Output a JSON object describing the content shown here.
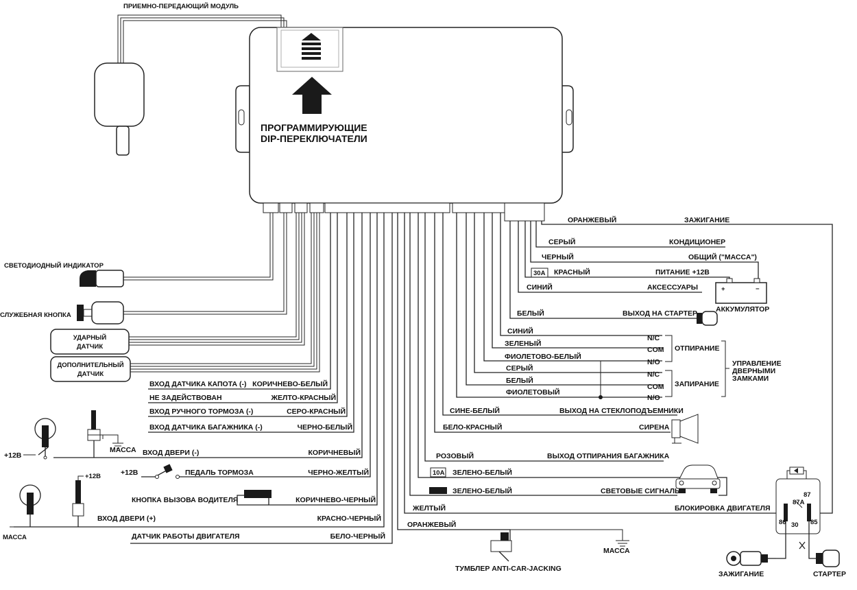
{
  "module": {
    "transceiver": "ПРИЕМНО-ПЕРЕДАЮЩИЙ МОДУЛЬ",
    "dip_line1": "ПРОГРАММИРУЮЩИЕ",
    "dip_line2": "DIP-ПЕРЕКЛЮЧАТЕЛИ"
  },
  "left_devices": {
    "led": "СВЕТОДИОДНЫЙ ИНДИКАТОР",
    "service_button": "СЛУЖЕБНАЯ КНОПКА",
    "shock_1": "УДАРНЫЙ",
    "shock_2": "ДАТЧИК",
    "extra_1": "ДОПОЛНИТЕЛЬНЫЙ",
    "extra_2": "ДАТЧИК"
  },
  "left_wires": [
    {
      "label": "ВХОД ДАТЧИКА КАПОТА (-)",
      "color": "КОРИЧНЕВО-БЕЛЫЙ"
    },
    {
      "label": "НЕ ЗАДЕЙСТВОВАН",
      "color": "ЖЕЛТО-КРАСНЫЙ"
    },
    {
      "label": "ВХОД РУЧНОГО ТОРМОЗА (-)",
      "color": "СЕРО-КРАСНЫЙ"
    },
    {
      "label": "ВХОД ДАТЧИКА БАГАЖНИКА (-)",
      "color": "ЧЕРНО-БЕЛЫЙ"
    },
    {
      "label": "ВХОД ДВЕРИ (-)",
      "color": "КОРИЧНЕВЫЙ"
    },
    {
      "label": "ПЕДАЛЬ ТОРМОЗА",
      "color": "ЧЕРНО-ЖЕЛТЫЙ"
    },
    {
      "label": "КНОПКА ВЫЗОВА ВОДИТЕЛЯ",
      "color": "КОРИЧНЕВО-ЧЕРНЫЙ"
    },
    {
      "label": "ВХОД ДВЕРИ (+)",
      "color": "КРАСНО-ЧЕРНЫЙ"
    },
    {
      "label": "ДАТЧИК РАБОТЫ ДВИГАТЕЛЯ",
      "color": "БЕЛО-ЧЕРНЫЙ"
    }
  ],
  "misc": {
    "plus12_a": "+12В",
    "plus12_b": "+12В",
    "plus12_c": "+12В",
    "mass_a": "МАССА",
    "mass_b": "МАССА",
    "mass_c": "МАССА"
  },
  "right_wires": [
    {
      "color": "ОРАНЖЕВЫЙ",
      "label": "ЗАЖИГАНИЕ"
    },
    {
      "color": "СЕРЫЙ",
      "label": "КОНДИЦИОНЕР"
    },
    {
      "color": "ЧЕРНЫЙ",
      "label": "ОБЩИЙ (\"МАССА\")"
    },
    {
      "color": "КРАСНЫЙ",
      "label": "ПИТАНИЕ +12В",
      "fuse": "30А"
    },
    {
      "color": "СИНИЙ",
      "label": "АКСЕССУАРЫ"
    },
    {
      "color": "БЕЛЫЙ",
      "label": "ВЫХОД НА СТАРТЕР"
    }
  ],
  "battery": "АККУМУЛЯТОР",
  "door_lock": {
    "wires": [
      {
        "color": "СИНИЙ",
        "pin": "N/C"
      },
      {
        "color": "ЗЕЛЕНЫЙ",
        "pin": "COM"
      },
      {
        "color": "ФИОЛЕТОВО-БЕЛЫЙ",
        "pin": "N/O"
      },
      {
        "color": "СЕРЫЙ",
        "pin": "N/C"
      },
      {
        "color": "БЕЛЫЙ",
        "pin": "COM"
      },
      {
        "color": "ФИОЛЕТОВЫЙ",
        "pin": "N/O"
      }
    ],
    "unlock": "ОТПИРАНИЕ",
    "lock": "ЗАПИРАНИЕ",
    "title_1": "УПРАВЛЕНИЕ",
    "title_2": "ДВЕРНЫМИ",
    "title_3": "ЗАМКАМИ"
  },
  "lower_right": [
    {
      "color": "СИНЕ-БЕЛЫЙ",
      "label": "ВЫХОД НА СТЕКЛОПОДЪЕМНИКИ"
    },
    {
      "color": "БЕЛО-КРАСНЫЙ",
      "label": "СИРЕНА"
    },
    {
      "color": "РОЗОВЫЙ",
      "label": "ВЫХОД ОТПИРАНИЯ  БАГАЖНИКА"
    },
    {
      "color": "ЗЕЛЕНО-БЕЛЫЙ",
      "fuse": "10А"
    },
    {
      "color": "ЗЕЛЕНО-БЕЛЫЙ",
      "label": "СВЕТОВЫЕ СИГНАЛЫ"
    },
    {
      "color": "ЖЕЛТЫЙ",
      "label": "БЛОКИРОВКА ДВИГАТЕЛЯ"
    },
    {
      "color": "ОРАНЖЕВЫЙ"
    }
  ],
  "relay": {
    "p87": "87",
    "p87a": "87A",
    "p86": "86",
    "p30": "30",
    "p85": "85"
  },
  "bottom": {
    "toggle": "ТУМБЛЕР ANTI-CAR-JACKING",
    "ignition": "ЗАЖИГАНИЕ",
    "starter": "СТАРТЕР"
  }
}
